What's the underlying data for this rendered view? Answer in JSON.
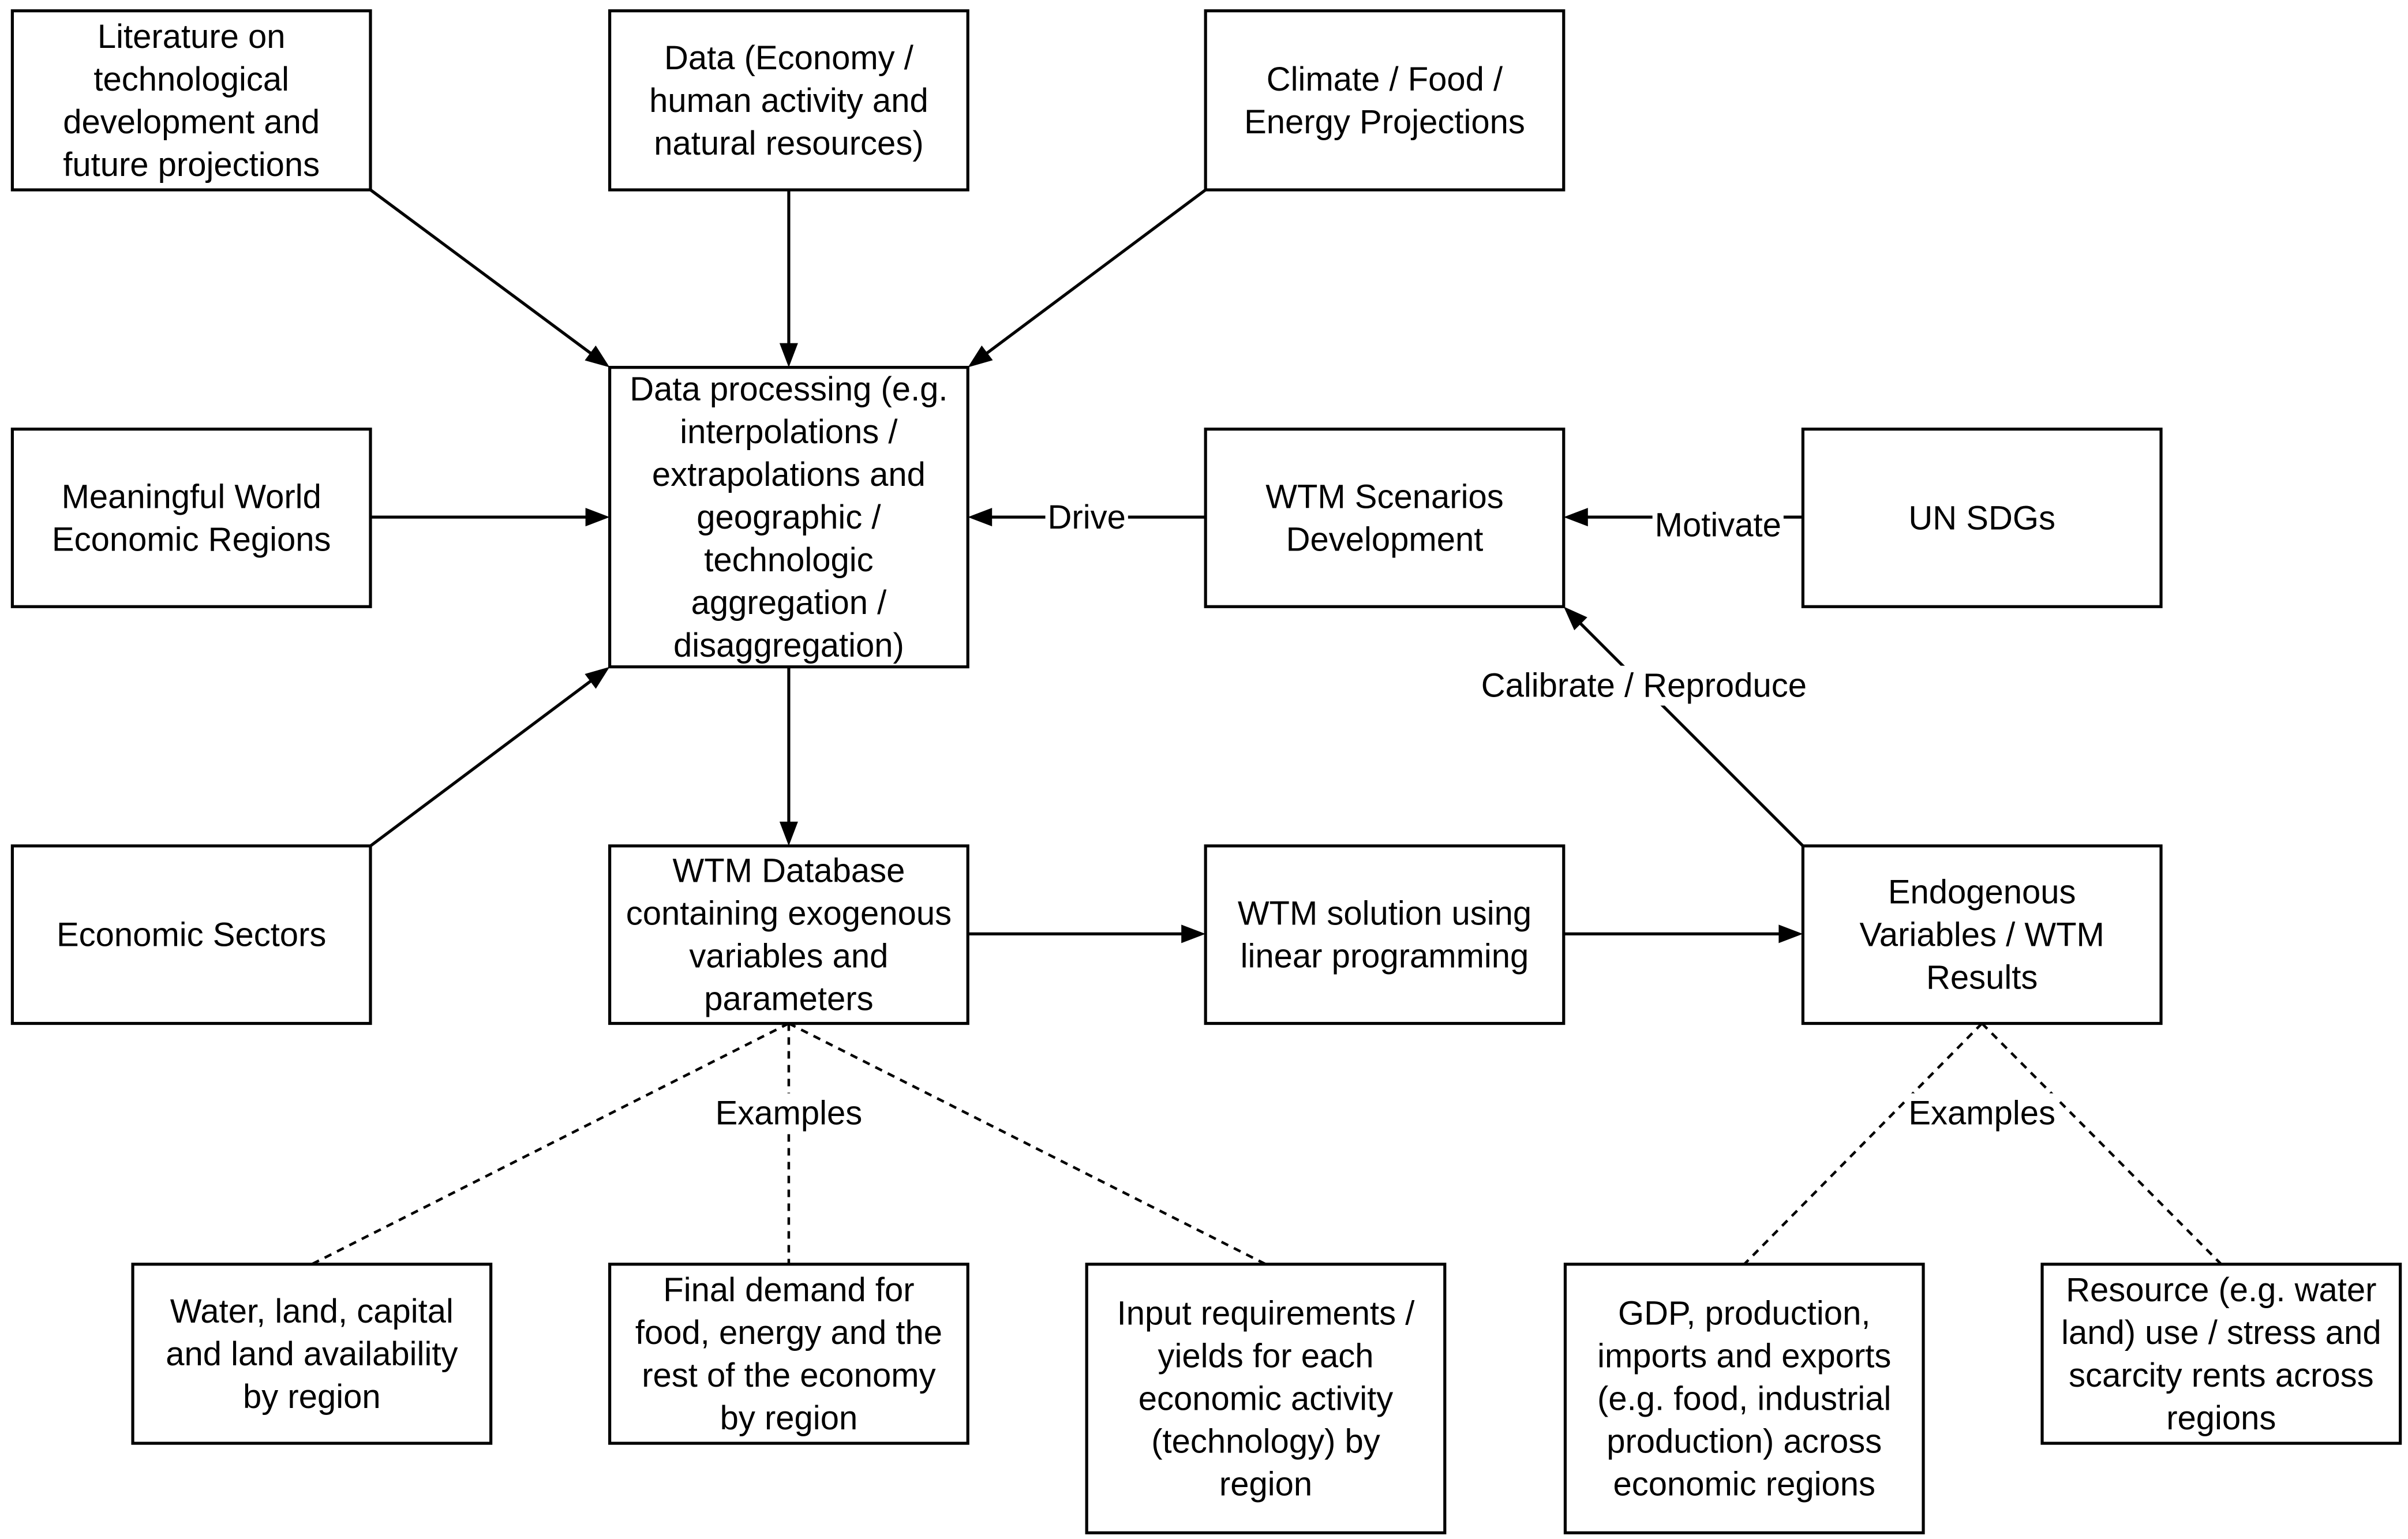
{
  "nodes": [
    {
      "id": "literature",
      "lines": [
        "Literature on",
        "technological",
        "development and",
        "future projections"
      ]
    },
    {
      "id": "data-economy",
      "lines": [
        "Data (Economy /",
        "human activity and",
        "natural resources)"
      ]
    },
    {
      "id": "climate-food-energy",
      "lines": [
        "Climate / Food /",
        "Energy Projections"
      ]
    },
    {
      "id": "world-regions",
      "lines": [
        "Meaningful World",
        "Economic Regions"
      ]
    },
    {
      "id": "data-processing",
      "lines": [
        "Data processing (e.g.",
        "interpolations /",
        "extrapolations and",
        "geographic /",
        "technologic",
        "aggregation /",
        "disaggregation)"
      ]
    },
    {
      "id": "wtm-scenarios",
      "lines": [
        "WTM Scenarios",
        "Development"
      ]
    },
    {
      "id": "un-sdgs",
      "lines": [
        "UN SDGs"
      ]
    },
    {
      "id": "economic-sectors",
      "lines": [
        "Economic Sectors"
      ]
    },
    {
      "id": "wtm-database",
      "lines": [
        "WTM Database",
        "containing exogenous",
        "variables and",
        "parameters"
      ]
    },
    {
      "id": "wtm-solution",
      "lines": [
        "WTM solution using",
        "linear programming"
      ]
    },
    {
      "id": "endogenous-variables",
      "lines": [
        "Endogenous",
        "Variables / WTM",
        "Results"
      ]
    },
    {
      "id": "water-land-capital",
      "lines": [
        "Water, land, capital",
        "and land availability",
        "by region"
      ]
    },
    {
      "id": "final-demand",
      "lines": [
        "Final demand for",
        "food, energy and the",
        "rest of the economy",
        "by region"
      ]
    },
    {
      "id": "input-requirements",
      "lines": [
        "Input requirements /",
        "yields for each",
        "economic activity",
        "(technology) by",
        "region"
      ]
    },
    {
      "id": "gdp-production",
      "lines": [
        "GDP, production,",
        "imports and exports",
        "(e.g. food, industrial",
        "production) across",
        "economic regions"
      ]
    },
    {
      "id": "resource-use",
      "lines": [
        "Resource (e.g. water",
        "land) use / stress and",
        "scarcity rents across",
        "regions"
      ]
    }
  ],
  "edges": [
    {
      "id": "literature-to-processing",
      "from": "literature",
      "to": "data-processing",
      "style": "solid",
      "arrow": true
    },
    {
      "id": "data-to-processing",
      "from": "data-economy",
      "to": "data-processing",
      "style": "solid",
      "arrow": true
    },
    {
      "id": "climate-to-processing",
      "from": "climate-food-energy",
      "to": "data-processing",
      "style": "solid",
      "arrow": true
    },
    {
      "id": "regions-to-processing",
      "from": "world-regions",
      "to": "data-processing",
      "style": "solid",
      "arrow": true
    },
    {
      "id": "sectors-to-processing",
      "from": "economic-sectors",
      "to": "data-processing",
      "style": "solid",
      "arrow": true
    },
    {
      "id": "scenarios-to-processing",
      "from": "wtm-scenarios",
      "to": "data-processing",
      "style": "solid",
      "arrow": true,
      "label": "Drive"
    },
    {
      "id": "sdgs-to-scenarios",
      "from": "un-sdgs",
      "to": "wtm-scenarios",
      "style": "solid",
      "arrow": true,
      "label": "Motivate"
    },
    {
      "id": "processing-to-database",
      "from": "data-processing",
      "to": "wtm-database",
      "style": "solid",
      "arrow": true
    },
    {
      "id": "database-to-solution",
      "from": "wtm-database",
      "to": "wtm-solution",
      "style": "solid",
      "arrow": true
    },
    {
      "id": "solution-to-results",
      "from": "wtm-solution",
      "to": "endogenous-variables",
      "style": "solid",
      "arrow": true
    },
    {
      "id": "results-to-scenarios",
      "from": "endogenous-variables",
      "to": "wtm-scenarios",
      "style": "solid",
      "arrow": true,
      "label": "Calibrate / Reproduce"
    },
    {
      "id": "database-example-1",
      "from": "wtm-database",
      "to": "water-land-capital",
      "style": "dashed",
      "arrow": false
    },
    {
      "id": "database-example-2",
      "from": "wtm-database",
      "to": "final-demand",
      "style": "dashed",
      "arrow": false
    },
    {
      "id": "database-example-3",
      "from": "wtm-database",
      "to": "input-requirements",
      "style": "dashed",
      "arrow": false
    },
    {
      "id": "results-example-1",
      "from": "endogenous-variables",
      "to": "gdp-production",
      "style": "dashed",
      "arrow": false
    },
    {
      "id": "results-example-2",
      "from": "endogenous-variables",
      "to": "resource-use",
      "style": "dashed",
      "arrow": false
    }
  ],
  "labels": [
    {
      "id": "examples-database",
      "text": "Examples"
    },
    {
      "id": "examples-results",
      "text": "Examples"
    }
  ]
}
